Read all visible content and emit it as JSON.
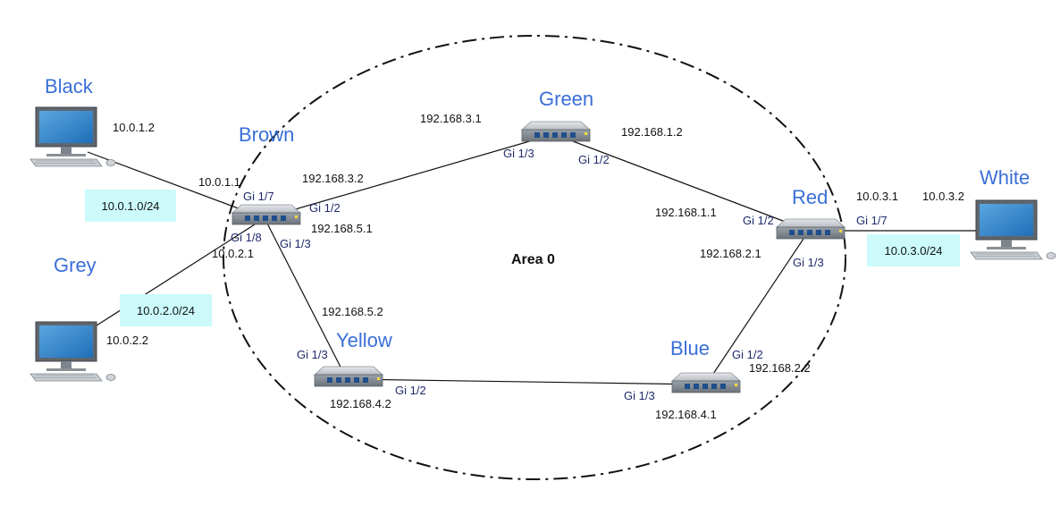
{
  "area_label": "Area 0",
  "colors": {
    "label": "#3a6fd8",
    "subnet_bg": "#ccfafa",
    "line": "#111111"
  },
  "routers": {
    "brown": "Brown",
    "green": "Green",
    "red": "Red",
    "yellow": "Yellow",
    "blue": "Blue"
  },
  "hosts": {
    "black": "Black",
    "grey": "Grey",
    "white": "White"
  },
  "subnets": {
    "black": "10.0.1.0/24",
    "grey": "10.0.2.0/24",
    "white": "10.0.3.0/24"
  },
  "ips": {
    "black_host": "10.0.1.2",
    "brown_black": "10.0.1.1",
    "brown_green": "192.168.3.2",
    "green_brown": "192.168.3.1",
    "green_red": "192.168.1.2",
    "red_green": "192.168.1.1",
    "brown_yellow": "192.168.5.1",
    "brown_grey": "10.0.2.1",
    "grey_host": "10.0.2.2",
    "yellow_brown": "192.168.5.2",
    "yellow_blue": "192.168.4.2",
    "blue_yellow": "192.168.4.1",
    "blue_red": "192.168.2.2",
    "red_blue": "192.168.2.1",
    "red_white": "10.0.3.1",
    "white_host": "10.0.3.2"
  },
  "ports": {
    "brown_black": "Gi 1/7",
    "brown_green": "Gi 1/2",
    "brown_grey": "Gi 1/8",
    "brown_yellow": "Gi 1/3",
    "green_brown": "Gi 1/3",
    "green_red": "Gi 1/2",
    "red_green": "Gi 1/2",
    "red_white": "Gi 1/7",
    "red_blue": "Gi 1/3",
    "yellow_brown": "Gi 1/3",
    "yellow_blue": "Gi 1/2",
    "blue_yellow": "Gi 1/3",
    "blue_red": "Gi 1/2"
  }
}
